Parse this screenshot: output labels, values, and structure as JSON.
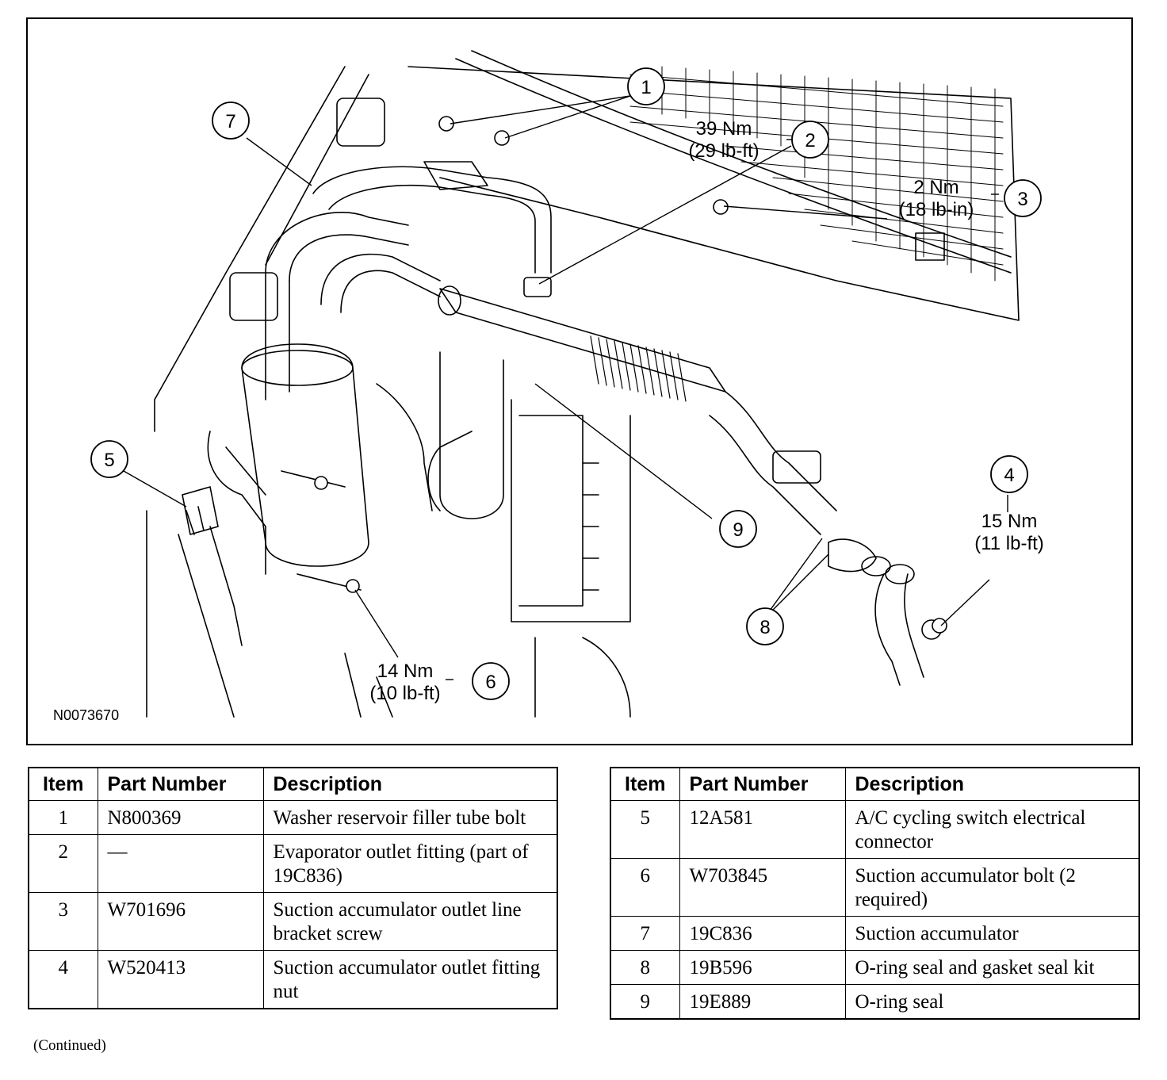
{
  "figure": {
    "figure_id": "N0073670",
    "callouts": [
      {
        "num": "1",
        "torque": []
      },
      {
        "num": "2",
        "torque": [
          "39 Nm",
          "(29 lb-ft)"
        ]
      },
      {
        "num": "3",
        "torque": [
          "2 Nm",
          "(18 lb-in)"
        ]
      },
      {
        "num": "4",
        "torque": [
          "15 Nm",
          "(11 lb-ft)"
        ]
      },
      {
        "num": "5",
        "torque": []
      },
      {
        "num": "6",
        "torque": [
          "14 Nm",
          "(10 lb-ft)"
        ]
      },
      {
        "num": "7",
        "torque": []
      },
      {
        "num": "8",
        "torque": []
      },
      {
        "num": "9",
        "torque": []
      }
    ]
  },
  "tables": {
    "headers": [
      "Item",
      "Part Number",
      "Description"
    ],
    "left": [
      {
        "item": "1",
        "part": "N800369",
        "desc": "Washer reservoir filler tube bolt"
      },
      {
        "item": "2",
        "part": "—",
        "desc": "Evaporator outlet fitting (part of 19C836)"
      },
      {
        "item": "3",
        "part": "W701696",
        "desc": "Suction accumulator outlet line bracket screw"
      },
      {
        "item": "4",
        "part": "W520413",
        "desc": "Suction accumulator outlet fitting nut"
      }
    ],
    "right": [
      {
        "item": "5",
        "part": "12A581",
        "desc": "A/C cycling switch electrical connector"
      },
      {
        "item": "6",
        "part": "W703845",
        "desc": "Suction accumulator bolt (2 required)"
      },
      {
        "item": "7",
        "part": "19C836",
        "desc": "Suction accumulator"
      },
      {
        "item": "8",
        "part": "19B596",
        "desc": "O-ring seal and gasket seal kit"
      },
      {
        "item": "9",
        "part": "19E889",
        "desc": "O-ring seal"
      }
    ]
  },
  "footer": {
    "continued": "(Continued)"
  }
}
